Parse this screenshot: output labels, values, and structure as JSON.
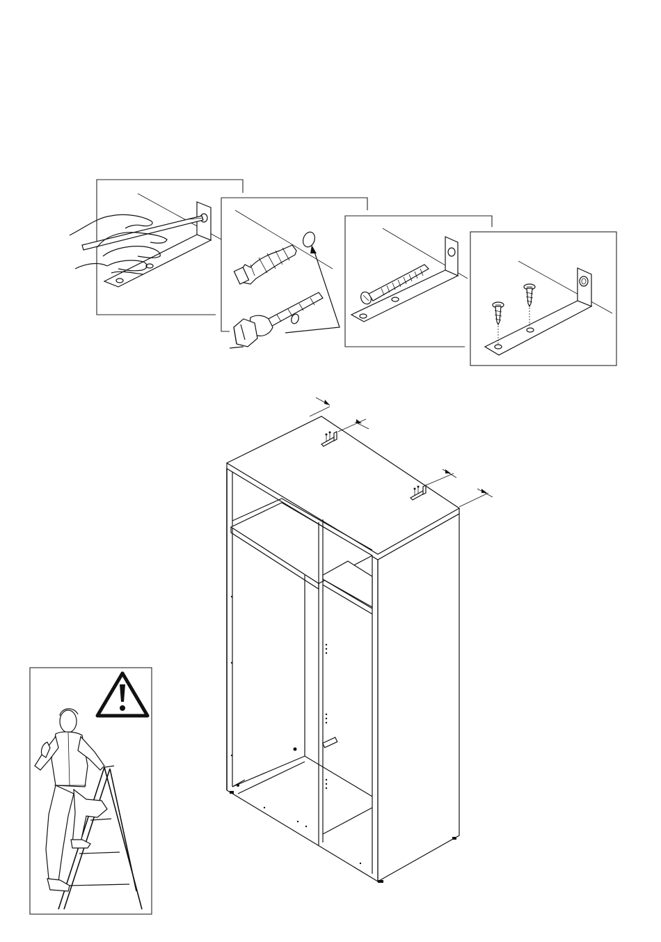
{
  "document": {
    "type": "assembly-instruction-page",
    "panels": [
      {
        "id": "step-mark-hole",
        "tool": "pencil-icon"
      },
      {
        "id": "step-drill-and-plug",
        "tool": "drill-icon"
      },
      {
        "id": "step-screw-bracket-wall",
        "tool": "wall-screw-icon"
      },
      {
        "id": "step-screw-bracket-cabinet",
        "tool": "wood-screw-icon"
      }
    ],
    "main_figure": "wardrobe-wall-anchoring",
    "warning": {
      "icon": "warning-triangle-icon",
      "figure": "man-on-stepladder"
    }
  }
}
